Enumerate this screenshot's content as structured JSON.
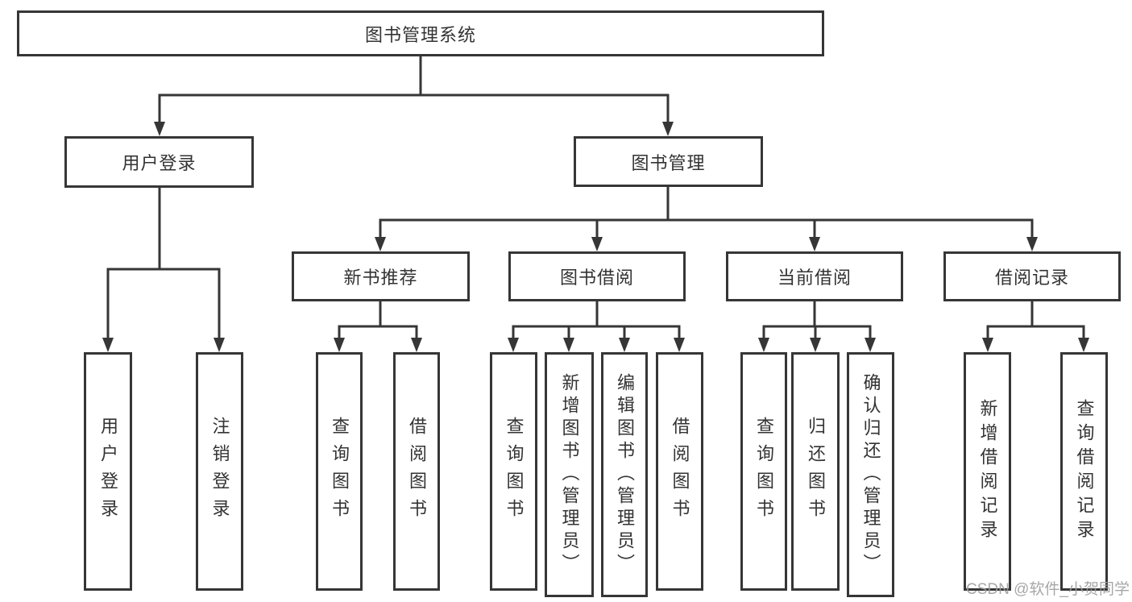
{
  "diagram": {
    "type": "hierarchy-tree",
    "watermark": "CSDN @软件_小贺同学",
    "tree": {
      "label": "图书管理系统",
      "children": [
        {
          "label": "用户登录",
          "children": [
            {
              "label": "用户登录"
            },
            {
              "label": "注销登录"
            }
          ]
        },
        {
          "label": "图书管理",
          "children": [
            {
              "label": "新书推荐",
              "children": [
                {
                  "label": "查询图书"
                },
                {
                  "label": "借阅图书"
                }
              ]
            },
            {
              "label": "图书借阅",
              "children": [
                {
                  "label": "查询图书"
                },
                {
                  "label": "新增图书（管理员）"
                },
                {
                  "label": "编辑图书（管理员）"
                },
                {
                  "label": "借阅图书"
                }
              ]
            },
            {
              "label": "当前借阅",
              "children": [
                {
                  "label": "查询图书"
                },
                {
                  "label": "归还图书"
                },
                {
                  "label": "确认归还（管理员）"
                }
              ]
            },
            {
              "label": "借阅记录",
              "children": [
                {
                  "label": "新增借阅记录"
                },
                {
                  "label": "查询借阅记录"
                }
              ]
            }
          ]
        }
      ]
    },
    "colors": {
      "line": "#363636",
      "border": "#363636",
      "text": "#333333",
      "watermark_text": "#9e9e9e",
      "background": "#ffffff"
    }
  }
}
